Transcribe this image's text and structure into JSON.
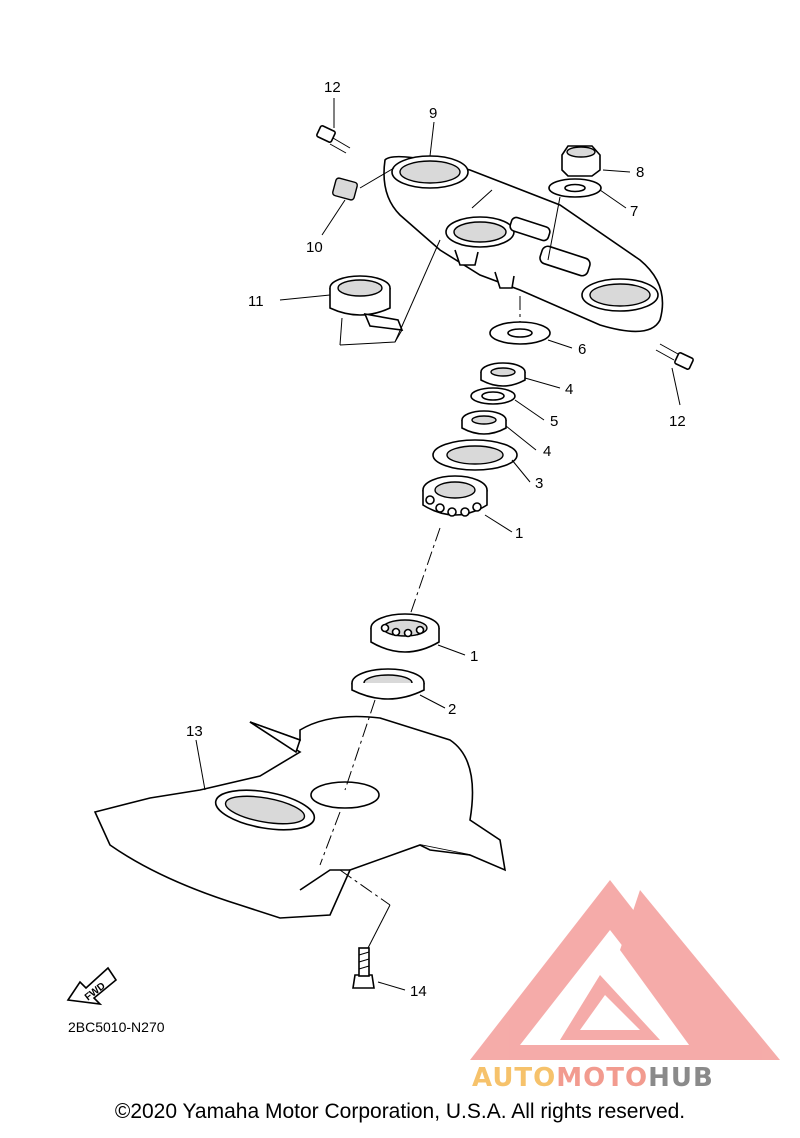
{
  "diagram": {
    "callouts": {
      "c1_upper": "1",
      "c1_lower": "1",
      "c2": "2",
      "c3": "3",
      "c4_upper": "4",
      "c4_lower": "4",
      "c5": "5",
      "c6": "6",
      "c7": "7",
      "c8": "8",
      "c9": "9",
      "c10": "10",
      "c11": "11",
      "c12_left": "12",
      "c12_right": "12",
      "c13": "13",
      "c14": "14"
    },
    "fwd_label": "FWD",
    "diagram_code": "2BC5010-N270"
  },
  "watermark": {
    "word_part1": "AUTO",
    "word_part2": "MOTO",
    "word_part3": "HUB",
    "colors": {
      "logo": "#f4a3a0",
      "auto": "#f6c26b",
      "moto": "#f29b8f",
      "hub": "#8a8a8a"
    }
  },
  "footer": {
    "copyright": "©2020 Yamaha Motor Corporation, U.S.A. All rights reserved."
  }
}
